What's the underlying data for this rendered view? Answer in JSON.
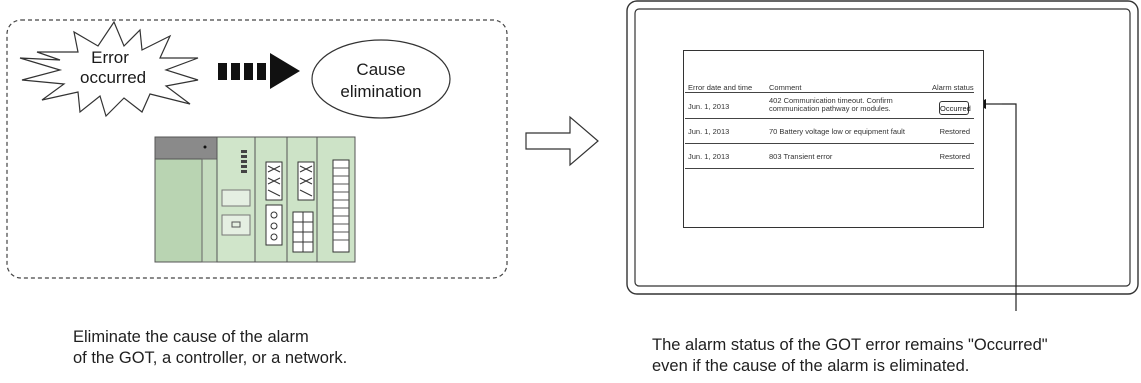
{
  "left_scene": {
    "burst_line1": "Error",
    "burst_line2": "occurred",
    "cause_line1": "Cause",
    "cause_line2": "elimination",
    "caption_line1": "Eliminate the cause of the alarm",
    "caption_line2": "of the GOT, a controller, or a network."
  },
  "got_screen": {
    "headers": {
      "date": "Error date and time",
      "comment": "Comment",
      "status": "Alarm status"
    },
    "rows": [
      {
        "date": "Jun. 1, 2013",
        "comment_line1": "402 Communication timeout. Confirm",
        "comment_line2": "communication pathway or modules.",
        "status": "Occurred"
      },
      {
        "date": "Jun. 1, 2013",
        "comment_line1": "70   Battery voltage low or equipment fault",
        "comment_line2": "",
        "status": "Restored"
      },
      {
        "date": "Jun. 1, 2013",
        "comment_line1": "803 Transient error",
        "comment_line2": "",
        "status": "Restored"
      }
    ],
    "caption_line1": "The alarm status of the GOT error remains \"Occurred\"",
    "caption_line2": "even if the cause of the alarm is eliminated."
  },
  "colors": {
    "plc_green": "#c9e0c3",
    "plc_dark": "#8a8a8a",
    "outline": "#333333"
  }
}
